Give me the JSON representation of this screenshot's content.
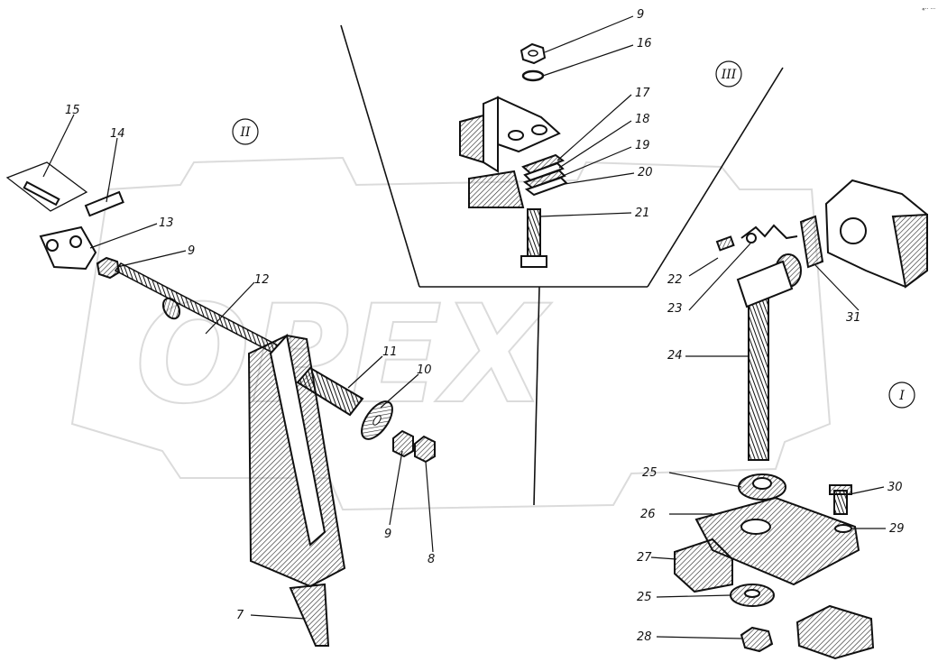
{
  "corner_note": "«·· ···",
  "watermark": "OPEX",
  "groups": [
    "II",
    "III",
    "I"
  ],
  "callouts": [
    "9",
    "16",
    "17",
    "18",
    "19",
    "20",
    "21",
    "15",
    "14",
    "13",
    "9",
    "12",
    "11",
    "10",
    "9",
    "8",
    "7",
    "22",
    "23",
    "24",
    "31",
    "25",
    "26",
    "27",
    "25",
    "28",
    "30",
    "29"
  ]
}
